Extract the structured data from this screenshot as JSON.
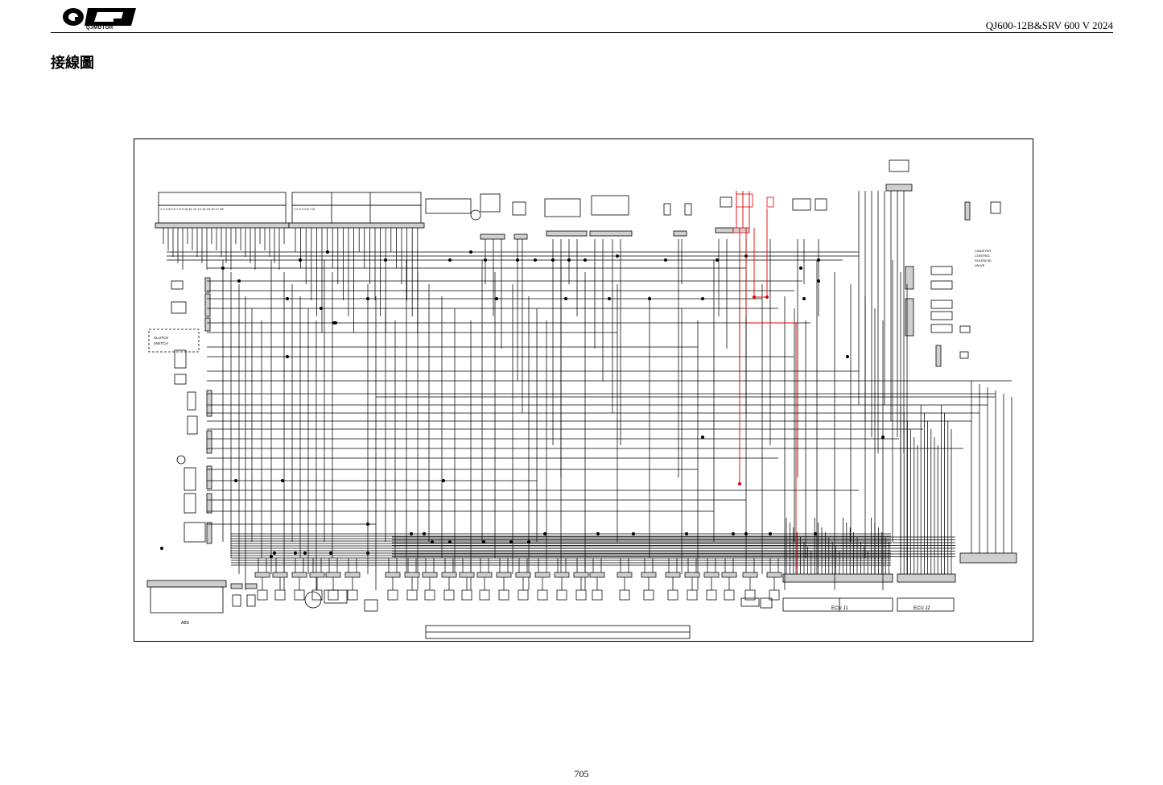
{
  "header": {
    "logo_text": "QJMOTOR",
    "doc_title": "QJ600-12B&SRV 600 V 2024"
  },
  "section_title": "接線圖",
  "diagram": {
    "labels": {
      "clutch_switch": "CLUTCH\nSWITCH",
      "ecu_j1": "ECU  J1",
      "ecu_j2": "ECU  J2",
      "abs": "ABS",
      "canister": "CANISTER\nCONTROL\nSOLENOID\nVALVE"
    },
    "terminal_numbers_left": "1 2 3 4 5 6 7 8 9 10 11 12 13 14 15 16 17 18",
    "terminal_numbers_mid": "1 2 3 4 5 6 7 8"
  },
  "colors": {
    "wire": "#000000",
    "highlight_wire": "#e00000"
  },
  "page_number": "705"
}
